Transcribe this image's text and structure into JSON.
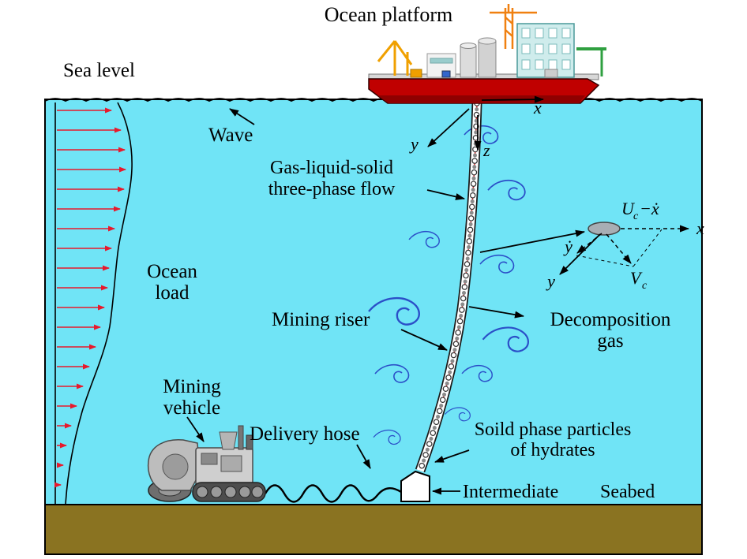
{
  "labels": {
    "ocean_platform": "Ocean platform",
    "sea_level": "Sea level",
    "wave": "Wave",
    "three_phase_flow": [
      "Gas-liquid-solid",
      "three-phase flow"
    ],
    "ocean_load": [
      "Ocean",
      "load"
    ],
    "mining_riser": "Mining riser",
    "decomposition_gas": [
      "Decomposition",
      "gas"
    ],
    "mining_vehicle": [
      "Mining",
      "vehicle"
    ],
    "delivery_hose": "Delivery hose",
    "hydrate_particles": [
      "Soild phase particles",
      "of hydrates"
    ],
    "intermediate": "Intermediate",
    "seabed": "Seabed"
  },
  "axes": {
    "platform_frame": {
      "x": "x",
      "y": "y",
      "z": "z"
    },
    "cross_section": {
      "u_main": "U",
      "u_sub": "c",
      "u_rest": "−ẋ",
      "y_dot": "ẏ",
      "y": "y",
      "v_main": "V",
      "v_sub": "c",
      "x": "x"
    }
  },
  "colors": {
    "water": "#70E4F6",
    "seabed": "#8A7321",
    "hull": "#C00000",
    "hull_dark": "#8F0000",
    "load_arrow": "#E8192C",
    "swirl": "#2B4FC8",
    "flow_dash": "#E02020"
  }
}
